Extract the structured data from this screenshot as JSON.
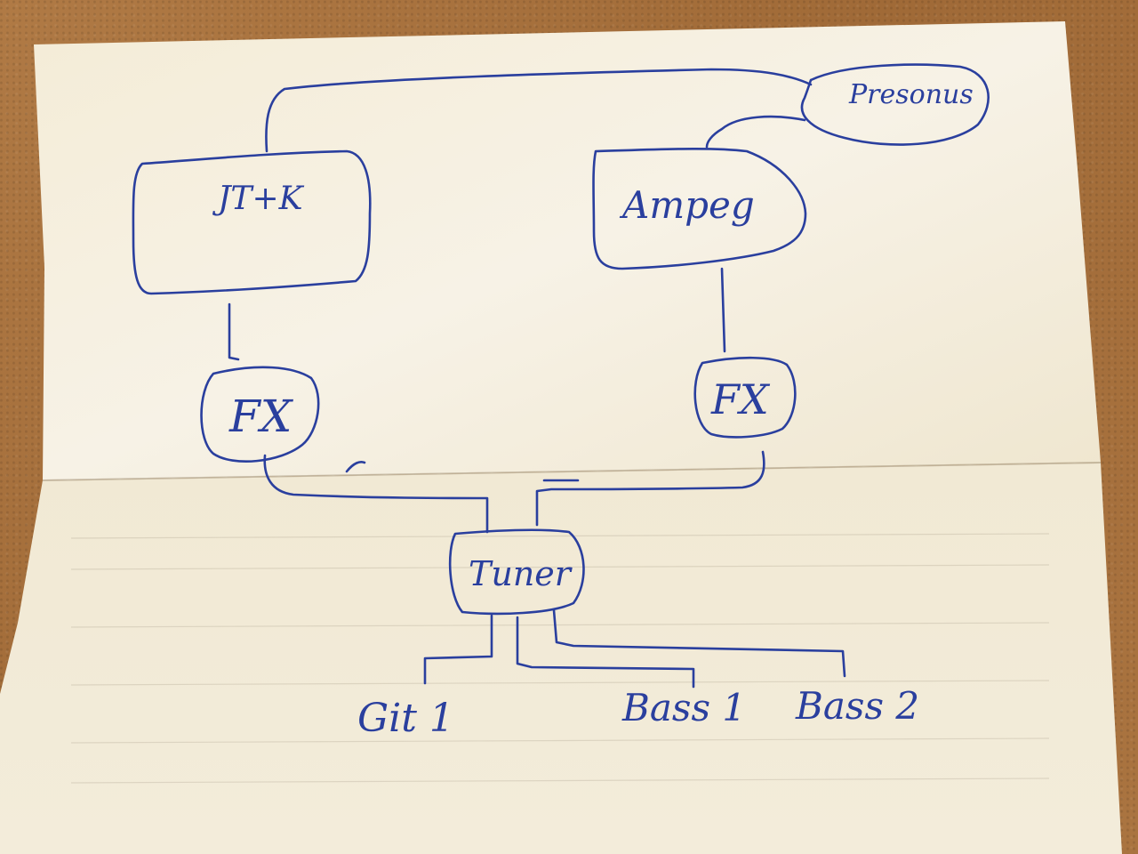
{
  "diagram": {
    "nodes": {
      "presonus": "Presonus",
      "jtk": "JT+K",
      "ampeg": "Ampeg",
      "fx_left": "FX",
      "fx_right": "FX",
      "tuner": "Tuner",
      "git1": "Git 1",
      "bass1": "Bass 1",
      "bass2": "Bass 2"
    },
    "connections": [
      [
        "JT+K",
        "Presonus"
      ],
      [
        "Presonus",
        "Ampeg"
      ],
      [
        "JT+K",
        "FX"
      ],
      [
        "Ampeg",
        "FX"
      ],
      [
        "FX",
        "Tuner"
      ],
      [
        "FX",
        "Tuner"
      ],
      [
        "Tuner",
        "Git 1"
      ],
      [
        "Tuner",
        "Bass 1"
      ],
      [
        "Tuner",
        "Bass 2"
      ]
    ],
    "ink_color": "#2a3f9e",
    "paper_color": "#f6f1e3",
    "background_color": "#a9743e"
  }
}
